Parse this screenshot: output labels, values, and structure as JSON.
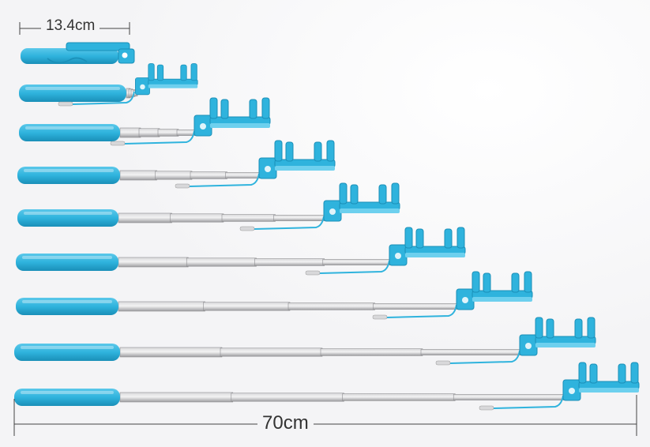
{
  "dimensions": {
    "collapsed_length": "13.4cm",
    "extended_length": "70cm"
  },
  "colors": {
    "background": "#f4f4f6",
    "accent": "#2fb3dd",
    "accent_dark": "#1a8fb8",
    "metal": "#b9b9bb",
    "dimension_line": "#444444"
  },
  "stick_stages": 9
}
